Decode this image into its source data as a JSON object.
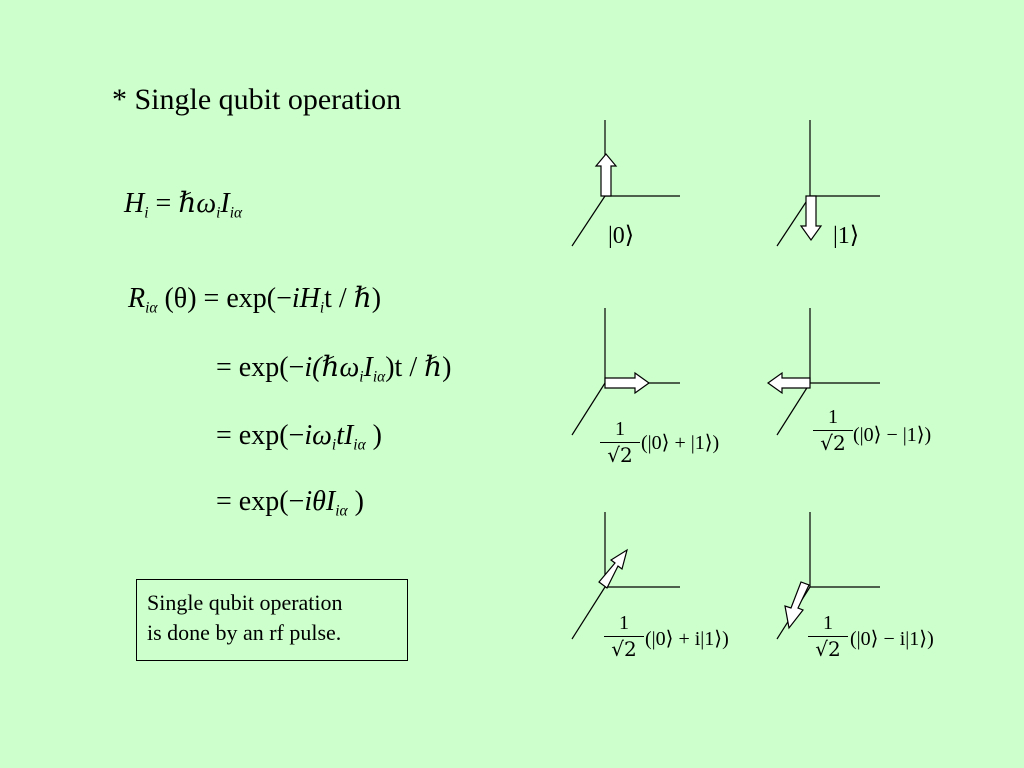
{
  "title": "* Single qubit operation",
  "equations": {
    "hamiltonian": {
      "lhs_symbol": "H",
      "lhs_sub": "i",
      "equals": "=",
      "hbar": "ℏ",
      "omega": "ω",
      "omega_sub": "i",
      "I": "I",
      "I_sub": "iα"
    },
    "rotation": {
      "lhs_symbol": "R",
      "lhs_sub": "iα",
      "arg": "(θ)",
      "line1": {
        "pre": "= exp(−",
        "mid": "iH",
        "sub": "i",
        "post": "t / ℏ)"
      },
      "line2": {
        "pre": "= exp(−",
        "a": "i(ℏω",
        "sub1": "i",
        "b": "I",
        "sub2": "iα",
        "post": ")t / ℏ)"
      },
      "line3": {
        "pre": "= exp(−",
        "a": "iω",
        "sub1": "i",
        "b": "tI",
        "sub2": "iα",
        "post": " )"
      },
      "line4": {
        "pre": "= exp(−",
        "a": "iθI",
        "sub2": "iα",
        "post": " )"
      }
    }
  },
  "note": {
    "line1": "Single qubit operation",
    "line2": "is done by an rf pulse."
  },
  "states": {
    "ket0": "|0⟩",
    "ket1": "|1⟩",
    "frac_num": "1",
    "frac_den": "√2",
    "plus": "(|0⟩ + |1⟩)",
    "minus": "(|0⟩ − |1⟩)",
    "plus_i": "(|0⟩ + i|1⟩)",
    "minus_i": "(|0⟩ − i|1⟩)"
  },
  "colors": {
    "background": "#ccffcc",
    "arrow_fill": "#ffffff",
    "line": "#000000"
  }
}
